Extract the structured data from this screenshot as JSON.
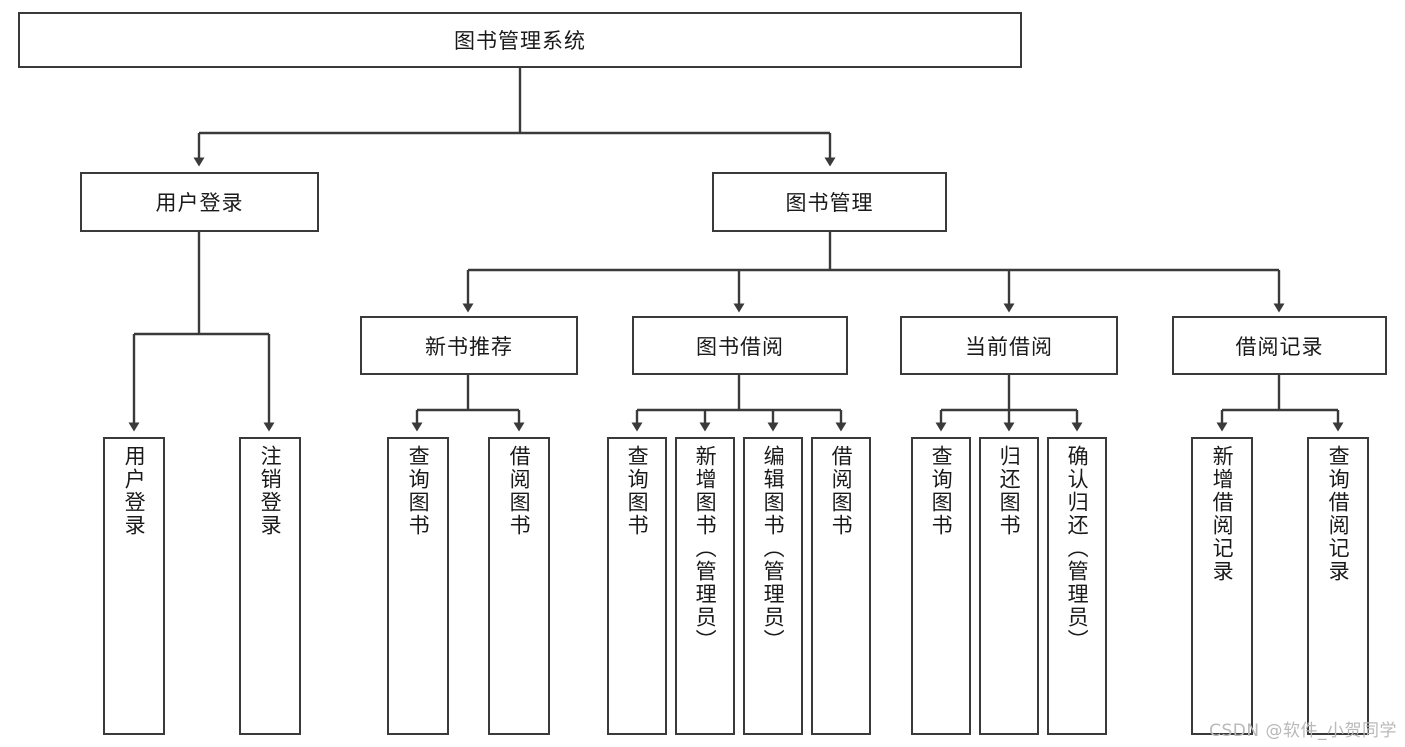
{
  "diagram": {
    "title": "图书管理系统",
    "type": "tree-hierarchy-functional-structure",
    "root": {
      "label": "图书管理系统"
    },
    "level1": [
      {
        "label": "用户登录"
      },
      {
        "label": "图书管理"
      }
    ],
    "level2": [
      {
        "label": "新书推荐"
      },
      {
        "label": "图书借阅"
      },
      {
        "label": "当前借阅"
      },
      {
        "label": "借阅记录"
      }
    ],
    "leaves": {
      "user_login": [
        {
          "label": "用户登录"
        },
        {
          "label": "注销登录"
        }
      ],
      "new_book_recommend": [
        {
          "label": "查询图书"
        },
        {
          "label": "借阅图书"
        }
      ],
      "book_borrow": [
        {
          "label": "查询图书"
        },
        {
          "label": "新增图书（管理员）"
        },
        {
          "label": "编辑图书（管理员）"
        },
        {
          "label": "借阅图书"
        }
      ],
      "current_borrow": [
        {
          "label": "查询图书"
        },
        {
          "label": "归还图书"
        },
        {
          "label": "确认归还（管理员）"
        }
      ],
      "borrow_record": [
        {
          "label": "新增借阅记录"
        },
        {
          "label": "查询借阅记录"
        }
      ]
    }
  },
  "watermark": {
    "text": "CSDN @软件_小贺同学"
  },
  "colors": {
    "stroke": "#3a3a3a",
    "fill": "#ffffff",
    "text": "#1a1a1a",
    "watermark": "#b9b9b9"
  }
}
